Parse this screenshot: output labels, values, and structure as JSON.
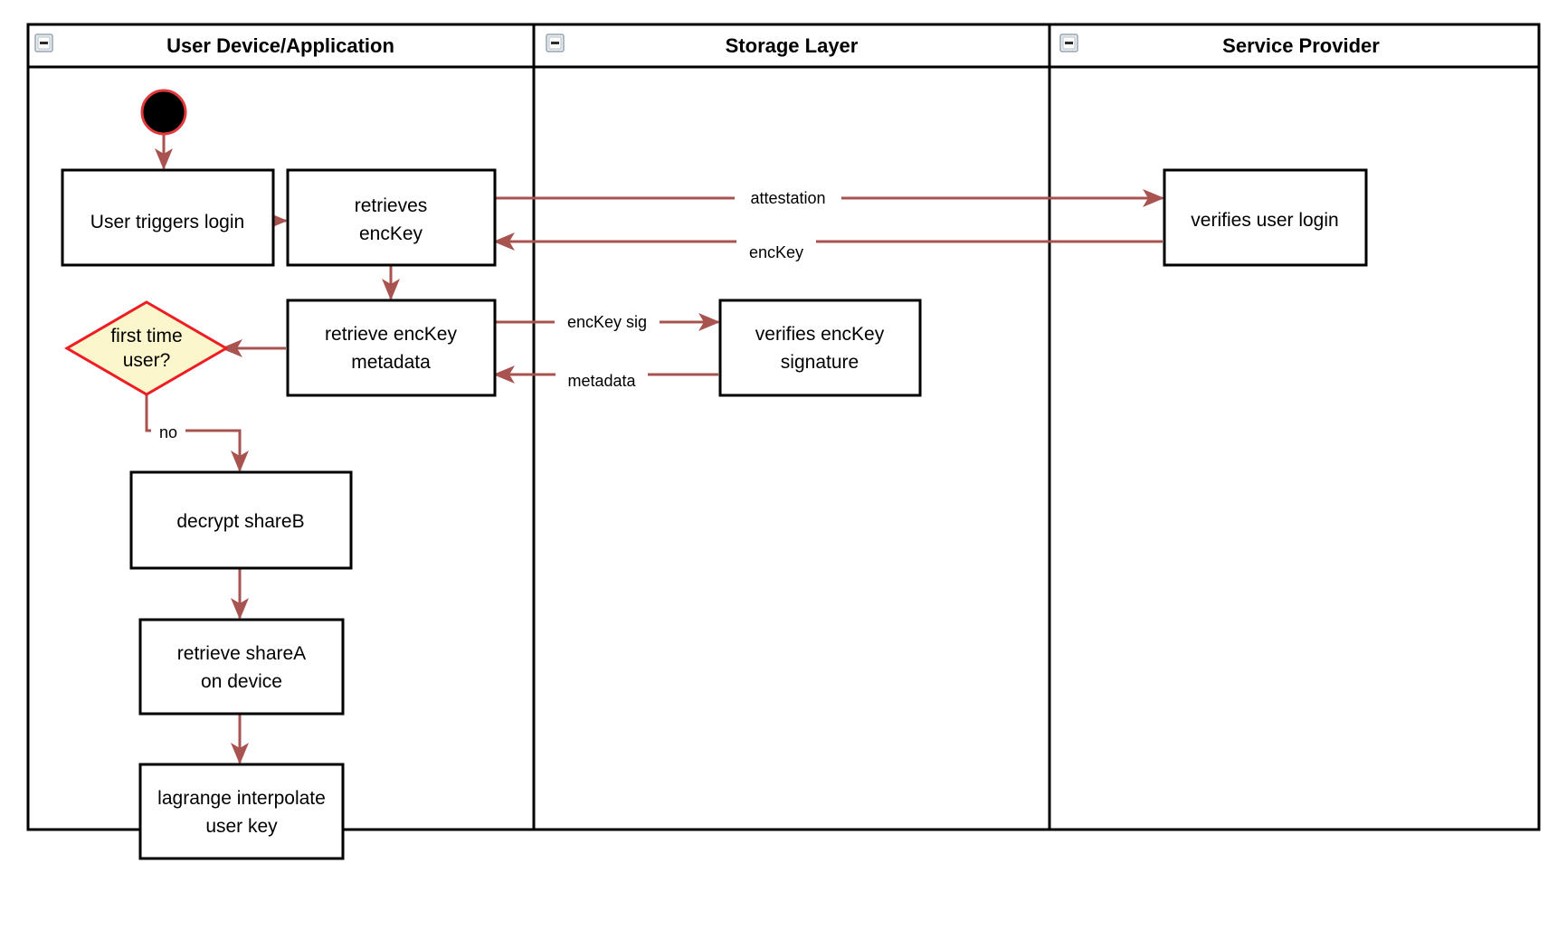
{
  "diagram": {
    "type": "swimlane-activity-diagram",
    "background_color": "#ffffff",
    "border_color": "#000000",
    "flow_color": "#a8534f",
    "decision_fill": "#fcf6cd",
    "decision_stroke": "#ee1c23",
    "start_node_fill": "#000000",
    "start_node_ring": "#e0393e"
  },
  "lanes": [
    {
      "id": "user-device",
      "title": "User Device/Application",
      "collapse_icon": "collapse-minus-icon"
    },
    {
      "id": "storage-layer",
      "title": "Storage Layer",
      "collapse_icon": "collapse-minus-icon"
    },
    {
      "id": "service-provider",
      "title": "Service Provider",
      "collapse_icon": "collapse-minus-icon"
    }
  ],
  "nodes": [
    {
      "id": "start",
      "lane": "user-device",
      "shape": "start-circle",
      "label": ""
    },
    {
      "id": "user-triggers-login",
      "lane": "user-device",
      "shape": "process",
      "label": "User triggers login",
      "lines": [
        "User triggers login"
      ]
    },
    {
      "id": "retrieves-enckey",
      "lane": "user-device",
      "shape": "process",
      "label": "retrieves encKey",
      "lines": [
        "retrieves",
        "encKey"
      ]
    },
    {
      "id": "retrieve-enckey-metadata",
      "lane": "user-device",
      "shape": "process",
      "label": "retrieve encKey metadata",
      "lines": [
        "retrieve encKey",
        "metadata"
      ]
    },
    {
      "id": "first-time-user",
      "lane": "user-device",
      "shape": "decision",
      "label": "first time user?",
      "lines": [
        "first time",
        "user?"
      ]
    },
    {
      "id": "decrypt-shareb",
      "lane": "user-device",
      "shape": "process",
      "label": "decrypt shareB",
      "lines": [
        "decrypt shareB"
      ]
    },
    {
      "id": "retrieve-sharea-on-device",
      "lane": "user-device",
      "shape": "process",
      "label": "retrieve shareA on device",
      "lines": [
        "retrieve shareA",
        "on device"
      ]
    },
    {
      "id": "lagrange-interpolate-user-key",
      "lane": "user-device",
      "shape": "process",
      "label": "lagrange interpolate user key",
      "lines": [
        "lagrange interpolate",
        "user key"
      ]
    },
    {
      "id": "verifies-enckey-signature",
      "lane": "storage-layer",
      "shape": "process",
      "label": "verifies encKey signature",
      "lines": [
        "verifies encKey",
        "signature"
      ]
    },
    {
      "id": "verifies-user-login",
      "lane": "service-provider",
      "shape": "process",
      "label": "verifies user login",
      "lines": [
        "verifies user login"
      ]
    }
  ],
  "edges": [
    {
      "id": "start-to-login",
      "from": "start",
      "to": "user-triggers-login",
      "label": ""
    },
    {
      "id": "login-to-retrieves",
      "from": "user-triggers-login",
      "to": "retrieves-enckey",
      "label": ""
    },
    {
      "id": "attestation",
      "from": "retrieves-enckey",
      "to": "verifies-user-login",
      "label": "attestation"
    },
    {
      "id": "enckey-return",
      "from": "verifies-user-login",
      "to": "retrieves-enckey",
      "label": "encKey"
    },
    {
      "id": "retrieves-to-metadata",
      "from": "retrieves-enckey",
      "to": "retrieve-enckey-metadata",
      "label": ""
    },
    {
      "id": "enckey-sig",
      "from": "retrieve-enckey-metadata",
      "to": "verifies-enckey-signature",
      "label": "encKey sig"
    },
    {
      "id": "metadata-return",
      "from": "verifies-enckey-signature",
      "to": "retrieve-enckey-metadata",
      "label": "metadata"
    },
    {
      "id": "metadata-to-decision",
      "from": "retrieve-enckey-metadata",
      "to": "first-time-user",
      "label": ""
    },
    {
      "id": "decision-no",
      "from": "first-time-user",
      "to": "decrypt-shareb",
      "label": "no"
    },
    {
      "id": "decrypt-to-retrieve",
      "from": "decrypt-shareb",
      "to": "retrieve-sharea-on-device",
      "label": ""
    },
    {
      "id": "retrieve-to-lagrange",
      "from": "retrieve-sharea-on-device",
      "to": "lagrange-interpolate-user-key",
      "label": ""
    }
  ]
}
